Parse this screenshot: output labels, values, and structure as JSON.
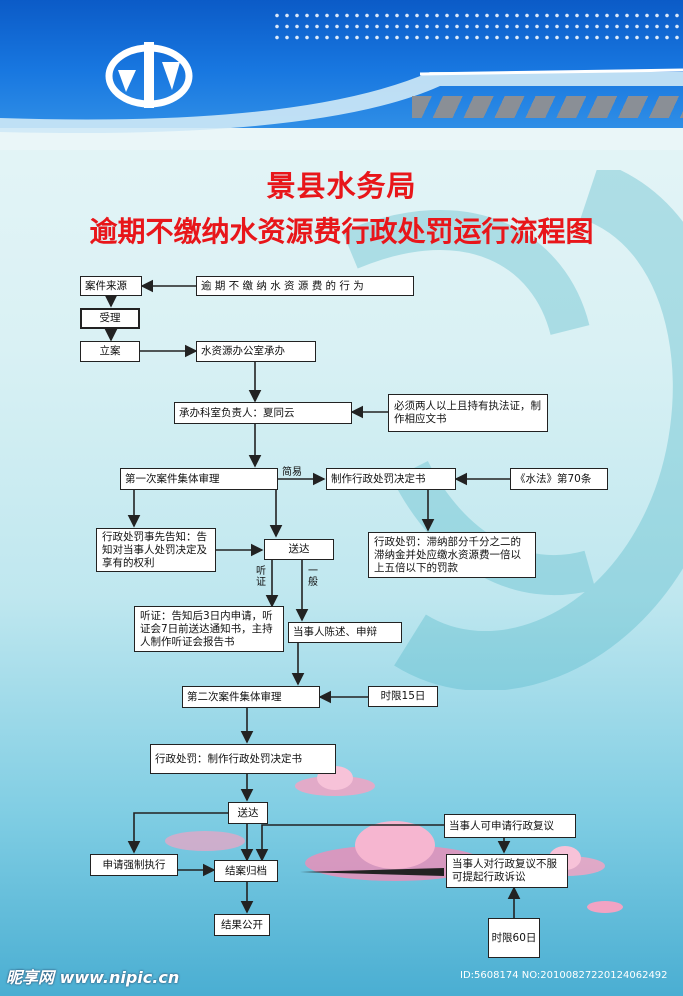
{
  "title_line1": "景县水务局",
  "title_line2": "逾期不缴纳水资源费行政处罚运行流程图",
  "nodes": {
    "case_source": "案件来源",
    "violation": "逾 期 不 缴 纳 水 资 源 费 的 行 为",
    "accept": "受理",
    "file_case": "立案",
    "water_office": "水资源办公室承办",
    "responsible": "承办科室负责人：夏同云",
    "two_persons": "必须两人以上且持有执法证，制作相应文书",
    "first_review": "第一次案件集体审理",
    "simple_label": "简易",
    "make_decision": "制作行政处罚决定书",
    "water_law": "《水法》第70条",
    "prior_notice": "行政处罚事先告知：告知对当事人处罚决定及享有的权利",
    "deliver1": "送达",
    "penalty_detail": "行政处罚：滞纳部分千分之二的滞纳金并处应缴水资源费一倍以上五倍以下的罚款",
    "hearing_label": "听证",
    "general_label": "一般",
    "hearing_detail": "听证：告知后3日内申请，听证会7日前送达通知书，主持人制作听证会报告书",
    "party_statement": "当事人陈述、申辩",
    "second_review": "第二次案件集体审理",
    "limit15": "时限15日",
    "admin_penalty": "行政处罚：制作行政处罚决定书",
    "deliver2": "送达",
    "reconsider": "当事人可申请行政复议",
    "enforce": "申请强制执行",
    "close_case": "结案归档",
    "lawsuit": "当事人对行政复议不服可提起行政诉讼",
    "publish": "结果公开",
    "limit60": "时限60日"
  },
  "footer": {
    "site": "昵享网 www.nipic.cn",
    "id_text": "ID:5608174 NO:20100827220124062492"
  },
  "colors": {
    "title": "#e8161a",
    "header_blue": "#1270d8"
  }
}
